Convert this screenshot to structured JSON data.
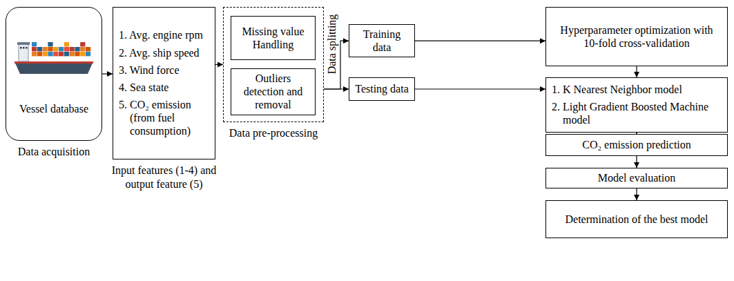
{
  "diagram": {
    "nodes": [
      {
        "text": [
          "Vessel database",
          "Data acquisition"
        ]
      },
      {
        "text": [
          "1. Avg. engine rpm",
          "2. Avg. ship speed",
          "3. Wind force",
          "4. Sea state",
          "5. CO₂ emission (from fuel consumption)",
          "Input features (1-4) and output feature (5)"
        ]
      },
      {
        "text": [
          "Data pre-processing"
        ]
      },
      {
        "text": [
          "Missing value Handling"
        ],
        "in": 2
      },
      {
        "text": [
          "Outliers detection and removal"
        ],
        "in": 2
      },
      {
        "text": [
          "Training data"
        ]
      },
      {
        "text": [
          "Testing data"
        ]
      },
      {
        "text": [
          "Hyperparameter optimization with 10-fold cross-validation"
        ]
      },
      {
        "text": [
          "1. K Nearest Neighbor model",
          "2. Light Gradient Boosted Machine model"
        ]
      },
      {
        "text": [
          "CO₂ emission prediction"
        ]
      },
      {
        "text": [
          "Model evaluation"
        ]
      },
      {
        "text": [
          "Determination of the best model"
        ]
      }
    ],
    "edges": [
      {
        "from": 0,
        "to": 1,
        "arrow": "to"
      },
      {
        "from": 1,
        "to": 2,
        "arrow": "to"
      },
      {
        "from": 2,
        "to": 5,
        "arrow": "to"
      },
      {
        "from": 2,
        "to": 6,
        "arrow": "to"
      },
      {
        "from": 5,
        "to": 7,
        "arrow": "to"
      },
      {
        "from": 7,
        "to": 8,
        "arrow": "to"
      },
      {
        "from": 6,
        "to": 8,
        "arrow": "to"
      },
      {
        "from": 8,
        "to": 9,
        "arrow": "to"
      },
      {
        "from": 9,
        "to": 10,
        "arrow": "to"
      },
      {
        "from": 10,
        "to": 11,
        "arrow": "to"
      }
    ],
    "labels": [
      "Data splitting"
    ]
  }
}
